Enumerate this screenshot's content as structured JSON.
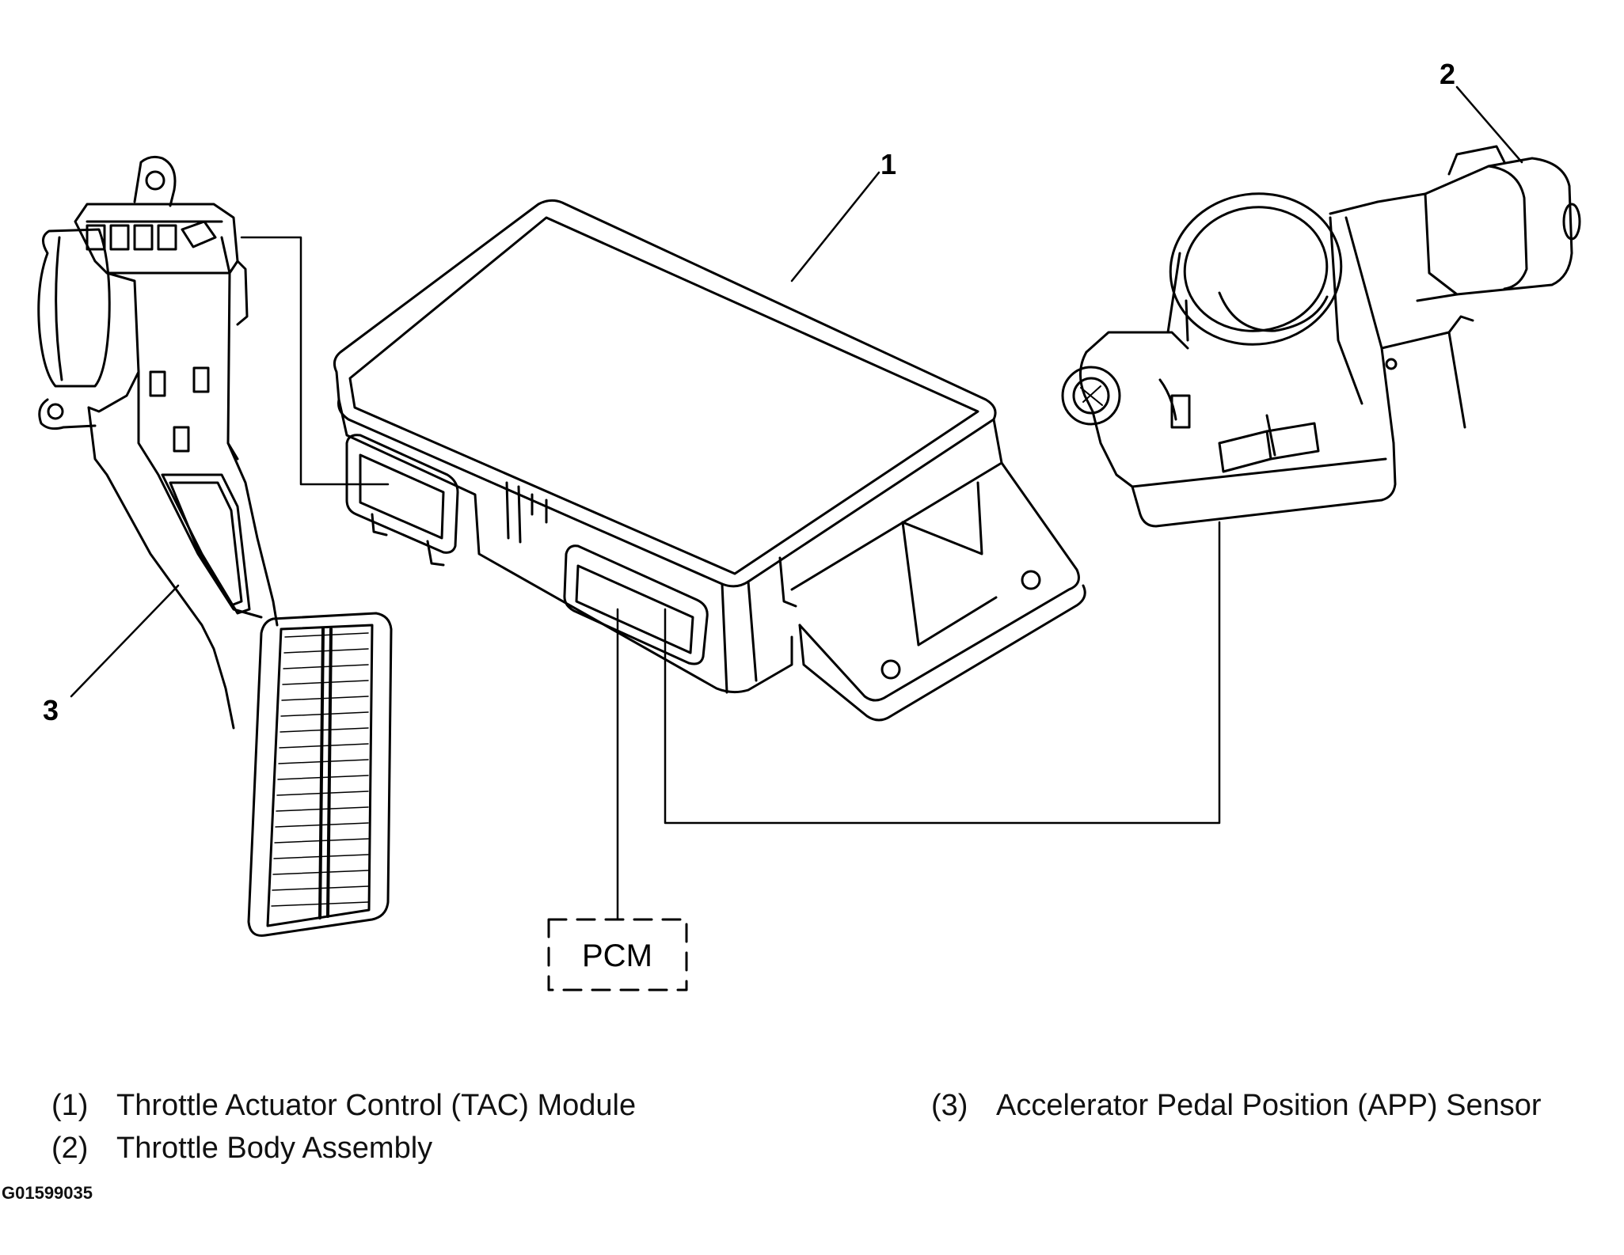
{
  "callouts": {
    "c1": "1",
    "c2": "2",
    "c3": "3"
  },
  "pcm_label": "PCM",
  "legend": [
    {
      "num": "(1)",
      "text": "Throttle Actuator Control (TAC) Module"
    },
    {
      "num": "(2)",
      "text": "Throttle Body Assembly"
    },
    {
      "num": "(3)",
      "text": "Accelerator Pedal Position (APP) Sensor"
    }
  ],
  "figure_id": "G01599035"
}
